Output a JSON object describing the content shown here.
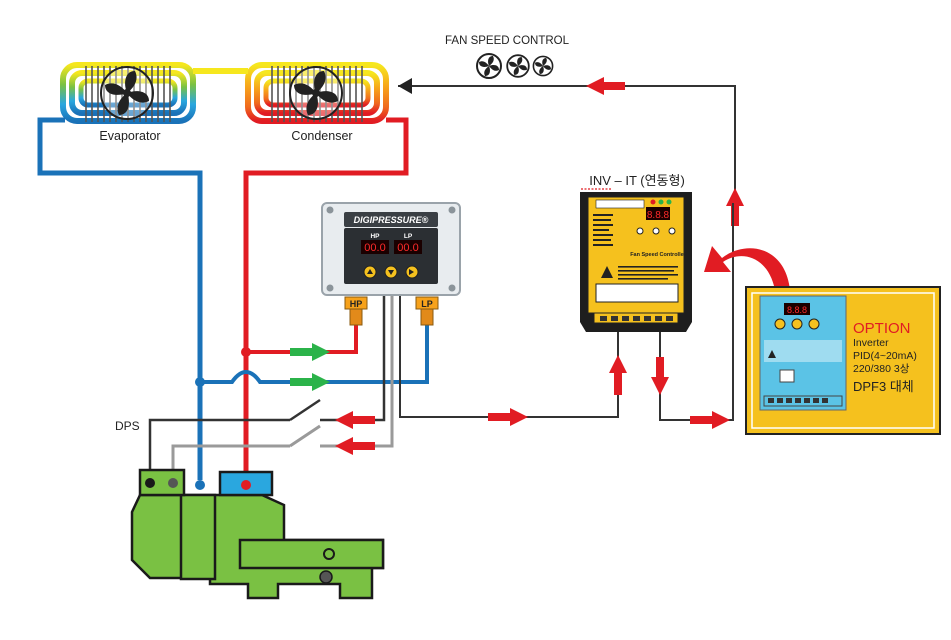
{
  "fan_speed_control": {
    "label": "FAN SPEED CONTROL"
  },
  "evaporator": {
    "label": "Evaporator"
  },
  "condenser": {
    "label": "Condenser"
  },
  "digipressure": {
    "brand": "DIGIPRESSURE®",
    "hp_label": "HP",
    "lp_label": "LP",
    "hp_value": "00.0",
    "lp_value": "00.0",
    "port_hp": "HP",
    "port_lp": "LP"
  },
  "inverter": {
    "title": "INV – IT (연동형)",
    "subtitle": "Fan Speed Controller",
    "display": "8.8.8"
  },
  "dps": {
    "label": "DPS"
  },
  "option": {
    "title": "OPTION",
    "line1": "Inverter",
    "line2": "PID(4~20mA)",
    "line3": "220/380 3상",
    "line4": "DPF3 대체",
    "display": "8.8.8"
  },
  "colors": {
    "liquid_line": "#e11c23",
    "suction_line": "#1a72b8",
    "signal_line": "#333333",
    "gray_line": "#9a9a9a",
    "compressor": "#7ac143",
    "option_bg": "#f5c11e",
    "option_text": "#e11c23",
    "arrow_red": "#e11c23",
    "arrow_green": "#2bb34a"
  }
}
